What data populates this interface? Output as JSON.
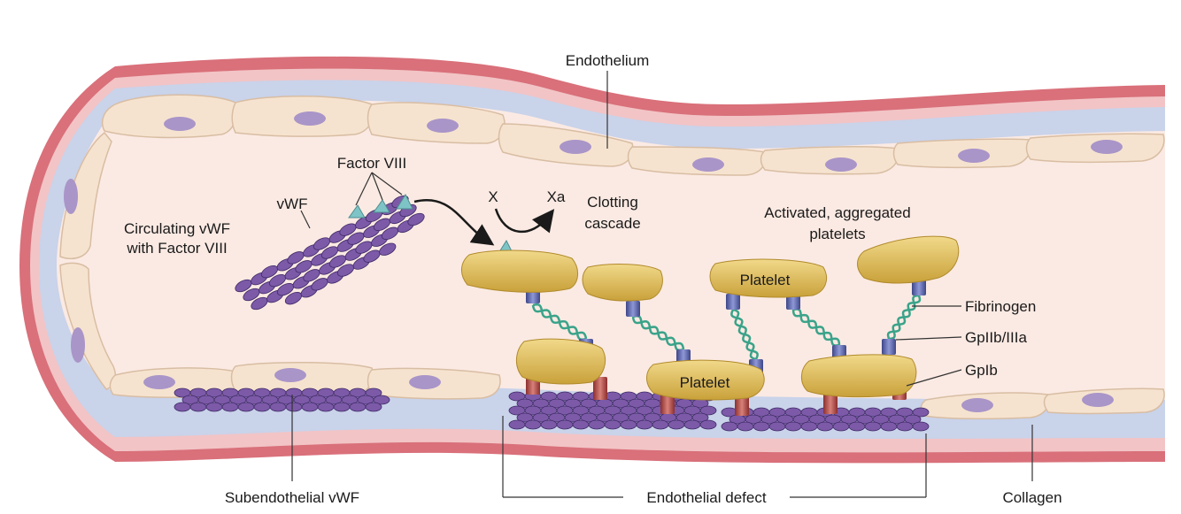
{
  "diagram": {
    "labels": {
      "endothelium": "Endothelium",
      "factor_viii": "Factor VIII",
      "vwf": "vWF",
      "circulating_line1": "Circulating vWF",
      "circulating_line2": "with Factor VIII",
      "x": "X",
      "xa": "Xa",
      "clotting_line1": "Clotting",
      "clotting_line2": "cascade",
      "activated_line1": "Activated, aggregated",
      "activated_line2": "platelets",
      "fibrinogen": "Fibrinogen",
      "gpiib_iiia": "GpIIb/IIIa",
      "gpib": "GpIb",
      "subendothelial_vwf": "Subendothelial vWF",
      "endothelial_defect": "Endothelial defect",
      "collagen": "Collagen",
      "platelet_a": "Platelet",
      "platelet_b": "Platelet"
    },
    "colors": {
      "vessel_wall_outer": "#d9707a",
      "vessel_wall_light": "#f2c4c6",
      "basement_layer": "#c9d3ea",
      "lumen": "#fbeae3",
      "endothelial_cell": "#f6e3cf",
      "cell_nucleus": "#a995c8",
      "vwf_multimer": "#7c5aa8",
      "platelet": "#e2c056",
      "gpiib_receptor": "#5a63a8",
      "gpib_receptor": "#b54a48",
      "fibrinogen": "#3aa38a",
      "factor_viii": "#7ec4c6"
    }
  }
}
